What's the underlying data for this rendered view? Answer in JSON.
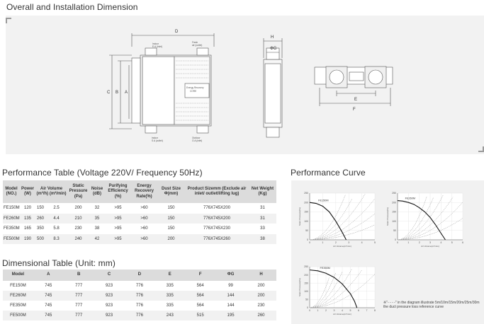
{
  "sections": {
    "overall_title": "Overall and Installation Dimension",
    "perf_table_title": "Performance Table (Voltage 220V/ Frequency 50Hz)",
    "dim_table_title": "Dimensional Table (Unit: mm)",
    "curve_title": "Performance Curve"
  },
  "diagram": {
    "letters": [
      "A",
      "B",
      "C",
      "D",
      "E",
      "F",
      "ΦG",
      "H"
    ],
    "port_labels": {
      "exhaust_inlet": "Indoor\nE.A (Inlet)",
      "fresh_outlet": "Fresh\nair (outlet)",
      "supply_outlet": "Indoor\nS.A (outlet)",
      "outdoor_inlet": "Outdoor\nO.A (inlet)",
      "core": "Energy Recovery\nCORE"
    }
  },
  "perf_table": {
    "headers": [
      "Model (NO.)",
      "Power (W)",
      "Air Volume (m³/h) (m³/min)",
      "Static Pressure (Pa)",
      "Noise (dB)",
      "Purifying Efficiency (%)",
      "Energy Recovery Rate(%)",
      "Dust Size Φ(mm)",
      "Product Sizemm (Exclude air inlet/ outlet/lifting lug)",
      "Net Weight (Kg)"
    ],
    "rows": [
      [
        "FE150M",
        "120",
        "150",
        "2.5",
        "200",
        "32",
        ">95",
        ">60",
        "150",
        "776X745X200",
        "31"
      ],
      [
        "FE260M",
        "135",
        "260",
        "4.4",
        "210",
        "35",
        ">95",
        ">60",
        "150",
        "776X745X200",
        "31"
      ],
      [
        "FE350M",
        "165",
        "350",
        "5.8",
        "230",
        "38",
        ">95",
        ">60",
        "150",
        "776X745X230",
        "33"
      ],
      [
        "FE500M",
        "190",
        "500",
        "8.3",
        "240",
        "42",
        ">95",
        ">60",
        "200",
        "776X745X260",
        "38"
      ]
    ]
  },
  "dim_table": {
    "headers": [
      "Model",
      "A",
      "B",
      "C",
      "D",
      "E",
      "F",
      "ΦG",
      "H"
    ],
    "rows": [
      [
        "FE150M",
        "745",
        "777",
        "923",
        "776",
        "335",
        "564",
        "99",
        "200"
      ],
      [
        "FE260M",
        "745",
        "777",
        "923",
        "776",
        "335",
        "564",
        "144",
        "200"
      ],
      [
        "FE350M",
        "745",
        "777",
        "923",
        "776",
        "335",
        "564",
        "144",
        "230"
      ],
      [
        "FE500M",
        "745",
        "777",
        "923",
        "776",
        "243",
        "515",
        "195",
        "260"
      ]
    ]
  },
  "curve": {
    "note": "※\"- - - -\" in the diagram illustrate 5m/10m/15m/20m/25m/30m the duct pressure loss reference curve",
    "y_axis_label": "Static Pressure(Pa)",
    "x_axis_label": "Air Volume(m³/min)",
    "y_ticks": [
      "0",
      "50",
      "100",
      "150",
      "200",
      "250"
    ],
    "charts": [
      {
        "label": "FE150M",
        "x_max": 5,
        "x_ticks": [
          "0",
          "1",
          "2",
          "3",
          "4",
          "5"
        ],
        "y_max": 250,
        "curve_x": [
          0,
          0.5,
          1.0,
          1.5,
          2.0,
          2.5,
          2.8
        ],
        "curve_y": [
          200,
          195,
          180,
          150,
          100,
          40,
          0
        ]
      },
      {
        "label": "FE260M",
        "x_max": 6,
        "x_ticks": [
          "0",
          "1",
          "2",
          "3",
          "4",
          "5",
          "6"
        ],
        "y_max": 250,
        "curve_x": [
          0,
          0.5,
          1.0,
          1.5,
          2.0,
          2.5,
          3.0,
          3.5,
          4.0,
          4.4
        ],
        "curve_y": [
          210,
          207,
          200,
          190,
          172,
          150,
          120,
          80,
          35,
          0
        ]
      },
      {
        "label": "FE350M",
        "x_max": 8,
        "x_ticks": [
          "0",
          "1",
          "2",
          "3",
          "4",
          "5",
          "6",
          "7",
          "8"
        ],
        "y_max": 250,
        "curve_x": [
          0,
          1,
          2,
          3,
          4,
          5,
          5.5,
          5.8
        ],
        "curve_y": [
          230,
          225,
          210,
          185,
          145,
          85,
          40,
          0
        ]
      }
    ]
  }
}
